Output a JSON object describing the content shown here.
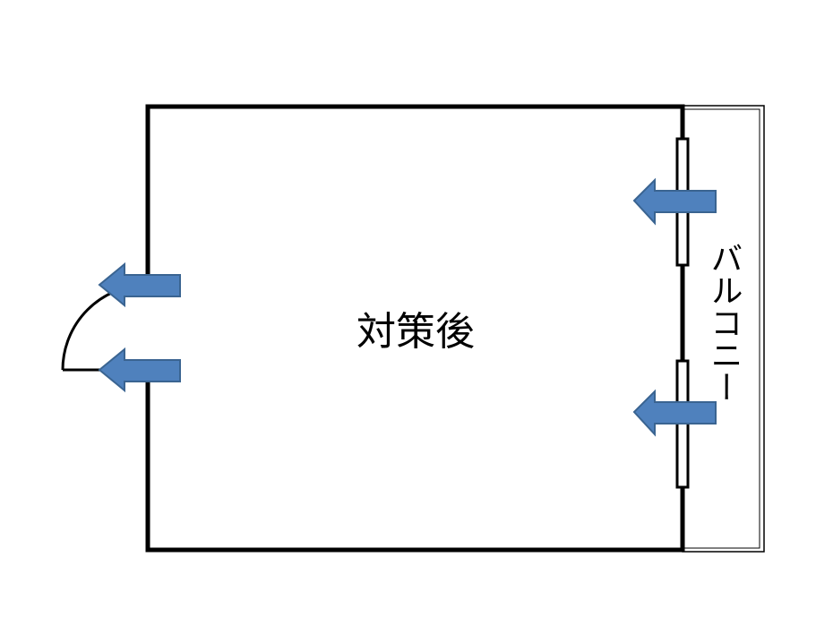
{
  "room": {
    "label": "対策後"
  },
  "balcony": {
    "label": "バルコニー"
  },
  "airflow_arrows": {
    "count": 4,
    "color": "#4F81BD",
    "outline": "#3A6491",
    "direction": "left"
  },
  "colors": {
    "wall": "#000000",
    "background": "#ffffff"
  }
}
